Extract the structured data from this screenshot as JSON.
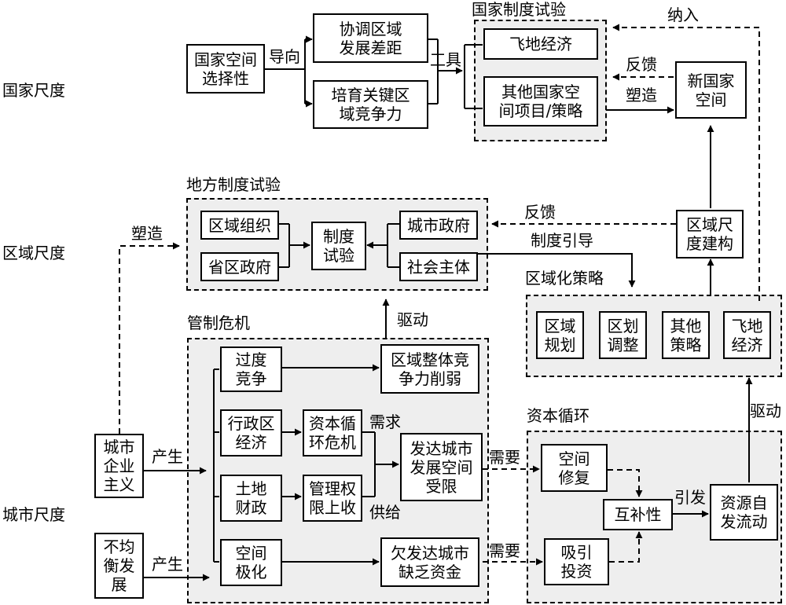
{
  "scales": {
    "national": "国家尺度",
    "regional": "区域尺度",
    "urban": "城市尺度"
  },
  "groups": {
    "national_experiment": "国家制度试验",
    "local_experiment": "地方制度试验",
    "regionalization_strategy": "区域化策略",
    "governance_crisis": "管制危机",
    "capital_cycle": "资本循环"
  },
  "boxes": {
    "national_spatial_selectivity": "国家空间\n选择性",
    "coordinate_regional_gap": "协调区域\n发展差距",
    "cultivate_key_region": "培育关键区\n域竞争力",
    "enclave_economy_national": "飞地经济",
    "other_national_projects": "其他国家空\n间项目/策略",
    "new_state_space": "新国家\n空间",
    "regional_organization": "区域组织",
    "provincial_government": "省区政府",
    "institutional_experiment": "制度\n试验",
    "city_government": "城市政府",
    "social_actors": "社会主体",
    "regional_scale_construction": "区域尺\n度建构",
    "regional_planning": "区域\n规划",
    "zoning_adjustment": "区划\n调整",
    "other_strategies": "其他\n策略",
    "enclave_economy_regional": "飞地\n经济",
    "excessive_competition": "过度\n竞争",
    "regional_competitiveness_weakened": "区域整体竞\n争力削弱",
    "administrative_economy": "行政区\n经济",
    "capital_cycle_crisis": "资本循\n环危机",
    "developed_city_space_limited": "发达城市\n发展空间\n受限",
    "land_finance": "土地\n财政",
    "management_power_recentralized": "管理权\n限上收",
    "spatial_polarization": "空间\n极化",
    "underdeveloped_city_lacks_capital": "欠发达城市\n缺乏资金",
    "spatial_fix": "空间\n修复",
    "complementarity": "互补性",
    "attract_investment": "吸引\n投资",
    "spontaneous_resource_flow": "资源自\n发流动",
    "urban_entrepreneurialism": "城市\n企业\n主义",
    "uneven_development": "不均\n衡发\n展"
  },
  "edge_labels": {
    "guide": "导向",
    "tool": "工具",
    "incorporate": "纳入",
    "feedback_national": "反馈",
    "shape_national": "塑造",
    "feedback_regional": "反馈",
    "shape_regional": "塑造",
    "institutional_guidance": "制度引导",
    "drive_up": "驱动",
    "drive_right": "驱动",
    "produce_1": "产生",
    "produce_2": "产生",
    "demand": "需求",
    "supply": "供给",
    "need_1": "需要",
    "need_2": "需要",
    "trigger": "引发"
  }
}
